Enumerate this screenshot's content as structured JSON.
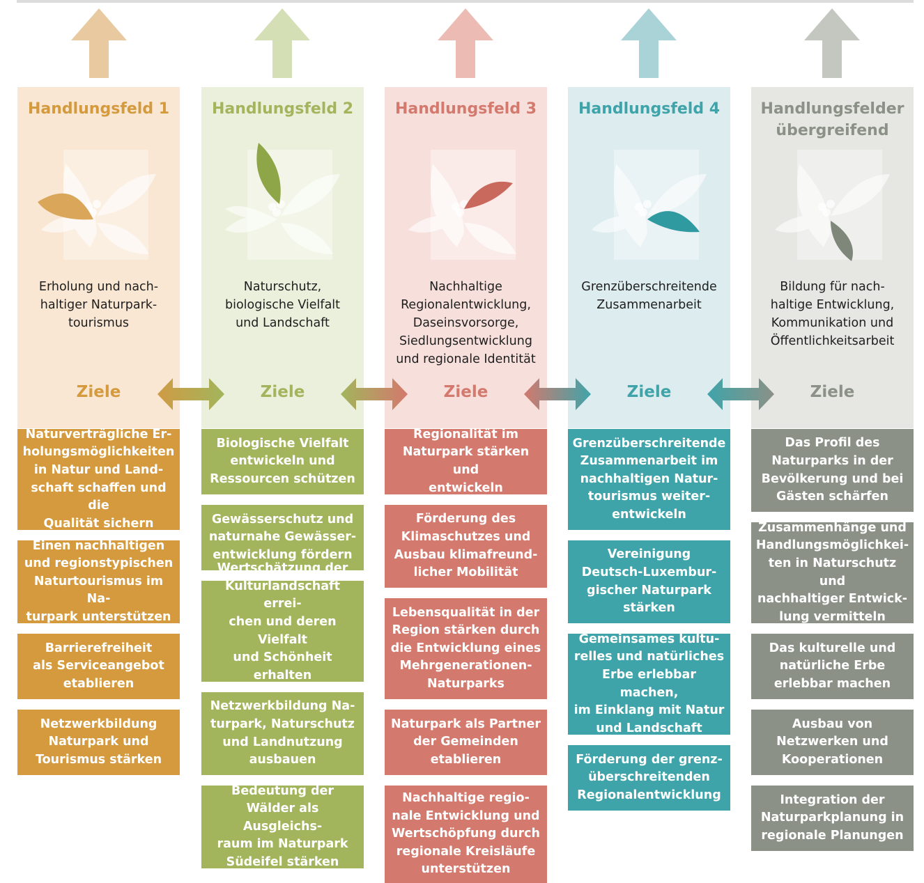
{
  "columns": [
    {
      "title": "Handlungsfeld 1",
      "description": "Erholung und nach-\nhaltiger Naturpark-\ntourismus",
      "goals_label": "Ziele",
      "colors": {
        "dark": "#d49a3d",
        "light": "#f9e7d3",
        "arrow": "#e8c9a0",
        "title": "#d49a3d",
        "ziele": "#d49a3d",
        "leaf": "#d9a65a"
      },
      "goals": [
        "Naturverträgliche Er-\nholungsmöglichkeiten\nin Natur und Land-\nschaft schaffen und die\nQualität sichern",
        "Einen nachhaltigen\nund regionstypischen\nNaturtourismus im Na-\nturpark unterstützen",
        "Barrierefreiheit\nals Serviceangebot\netablieren",
        "Netzwerkbildung\nNaturpark und\nTourismus stärken"
      ]
    },
    {
      "title": "Handlungsfeld 2",
      "description": "Naturschutz,\nbiologische Vielfalt\nund Landschaft",
      "goals_label": "Ziele",
      "colors": {
        "dark": "#a2b55c",
        "light": "#ebf0dc",
        "arrow": "#d5dfb5",
        "title": "#a2b55c",
        "ziele": "#a2b55c",
        "leaf": "#8fa648"
      },
      "goals": [
        "Biologische Vielfalt\nentwickeln und\nRessourcen schützen",
        "Gewässerschutz und\nnaturnahe Gewässer-\nentwicklung fördern",
        "Wertschätzung der\nKulturlandschaft errei-\nchen und deren Vielfalt\nund Schönheit erhalten\nund entwickeln",
        "Netzwerkbildung Na-\nturpark, Naturschutz\nund Landnutzung\nausbauen",
        "Bedeutung der\nWälder als Ausgleichs-\nraum im Naturpark\nSüdeifel stärken"
      ]
    },
    {
      "title": "Handlungsfeld 3",
      "description": "Nachhaltige\nRegionalentwicklung,\nDaseinsvorsorge,\nSiedlungsentwicklung\nund regionale Identität",
      "goals_label": "Ziele",
      "colors": {
        "dark": "#d3796d",
        "light": "#f7e0dc",
        "arrow": "#ecbcb4",
        "title": "#d3796d",
        "ziele": "#d3796d",
        "leaf": "#c9685c"
      },
      "goals": [
        "Regionalität im\nNaturpark stärken und\nentwickeln",
        "Förderung des\nKlimaschutzes und\nAusbau klimafreund-\nlicher Mobilität",
        "Lebensqualität in der\nRegion stärken durch\ndie Entwicklung eines\nMehrgenerationen-\nNaturparks",
        "Naturpark als Partner\nder Gemeinden\netablieren",
        "Nachhaltige regio-\nnale Entwicklung und\nWertschöpfung durch\nregionale Kreisläufe\nunterstützen"
      ]
    },
    {
      "title": "Handlungsfeld 4",
      "description": "Grenzüberschreitende\nZusammenarbeit",
      "goals_label": "Ziele",
      "colors": {
        "dark": "#3fa4a9",
        "light": "#ddecee",
        "arrow": "#a9d3d6",
        "title": "#3fa4a9",
        "ziele": "#3fa4a9",
        "leaf": "#2f9aa0"
      },
      "goals": [
        "Grenzüberschreitende\nZusammenarbeit im\nnachhaltigen Natur-\ntourismus weiter-\nentwickeln",
        "Vereinigung\nDeutsch-Luxembur-\ngischer Naturpark\nstärken",
        "Gemeinsames kultu-\nrelles und natürliches\nErbe erlebbar machen,\nim Einklang mit Natur\nund Landschaft",
        "Förderung der grenz-\nüberschreitenden\nRegionalentwicklung"
      ]
    },
    {
      "title": "Handlungsfelder\nübergreifend",
      "description": "Bildung für nach-\nhaltige Entwicklung,\nKommunikation und\nÖffentlichkeitsarbeit",
      "goals_label": "Ziele",
      "colors": {
        "dark": "#8b9187",
        "light": "#e6e7e3",
        "arrow": "#c3c7bf",
        "title": "#8b9187",
        "ziele": "#8b9187",
        "leaf": "#7f877b"
      },
      "goals": [
        "Das Profil des\nNaturparks in der\nBevölkerung und bei\nGästen schärfen",
        "Zusammenhänge und\nHandlungsmöglichkei-\nten in Naturschutz und\nnachhaltiger Entwick-\nlung vermitteln",
        "Das kulturelle und\nnatürliche Erbe\nerlebbar machen",
        "Ausbau von\nNetzwerken und\nKooperationen",
        "Integration der\nNaturparkplanung in\nregionale Planungen"
      ]
    }
  ]
}
